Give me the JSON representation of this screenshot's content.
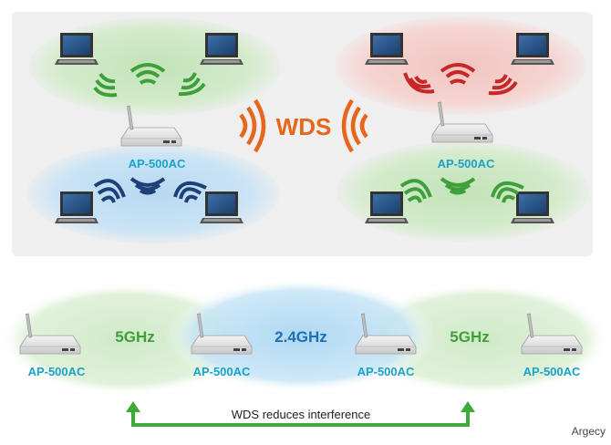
{
  "colors": {
    "panel": "#efefef",
    "green_zone": "#c7e6bf",
    "blue_zone": "#bfdcf1",
    "red_zone": "#f3cdca",
    "green_wave": "#3f9f3a",
    "blue_wave": "#1e3f78",
    "red_wave": "#c62828",
    "orange": "#e8651c",
    "ap_label": "#1aa3c9",
    "band_green": "#3f9f3a",
    "band_blue": "#1f6fb5",
    "arrow_green": "#3faa3a"
  },
  "top": {
    "wds_label": "WDS",
    "left_ap_label": "AP-500AC",
    "right_ap_label": "AP-500AC"
  },
  "bottom": {
    "ap_labels": [
      "AP-500AC",
      "AP-500AC",
      "AP-500AC",
      "AP-500AC"
    ],
    "bands": [
      "5GHz",
      "2.4GHz",
      "5GHz"
    ],
    "caption": "WDS reduces interference"
  },
  "watermark": "Argecy",
  "icons": {
    "laptop": "laptop-icon",
    "access_point": "access-point-icon",
    "wifi_waves": "wifi-wave-icon"
  }
}
